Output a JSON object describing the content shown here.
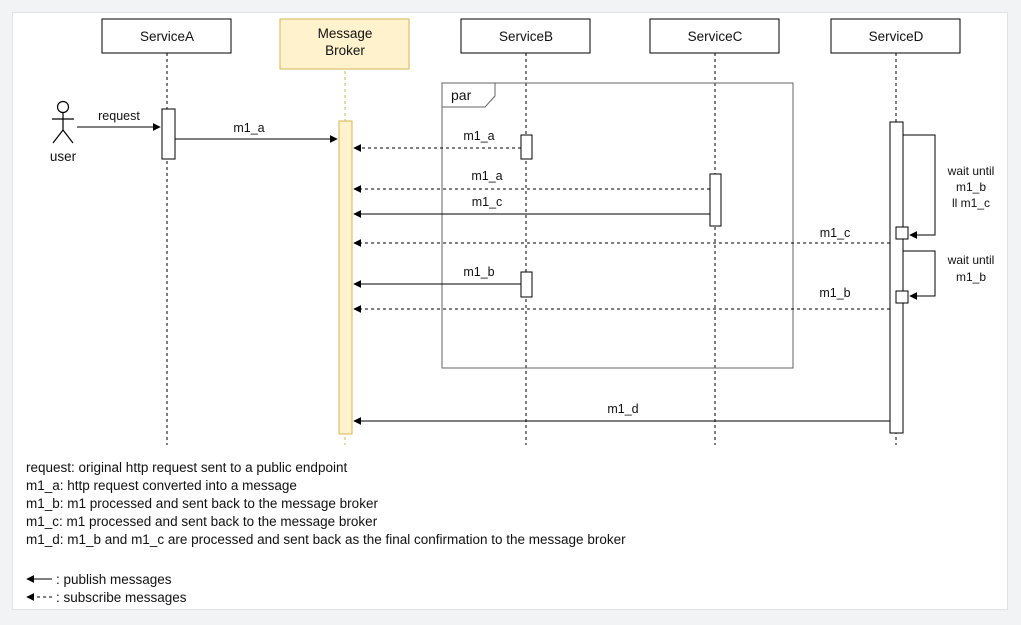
{
  "participants": {
    "service_a": "ServiceA",
    "broker_line1": "Message",
    "broker_line2": "Broker",
    "service_b": "ServiceB",
    "service_c": "ServiceC",
    "service_d": "ServiceD"
  },
  "actor": {
    "label": "user"
  },
  "fragment": {
    "label": "par"
  },
  "messages": {
    "request": "request",
    "a_to_broker": "m1_a",
    "b_m1a": "m1_a",
    "c_m1a": "m1_a",
    "c_m1c": "m1_c",
    "d_m1c": "m1_c",
    "b_m1b": "m1_b",
    "d_m1b": "m1_b",
    "d_m1d": "m1_d"
  },
  "notes": {
    "wait1_line1": "wait until",
    "wait1_line2": "m1_b",
    "wait1_line3": "ll m1_c",
    "wait2_line1": "wait until",
    "wait2_line2": "m1_b"
  },
  "legend": {
    "lines": [
      "request: original http request sent to a public endpoint",
      "m1_a: http request converted into a message",
      "m1_b: m1 processed and sent back to the message broker",
      "m1_c: m1 processed and sent back to the message broker",
      "m1_d: m1_b and m1_c are processed and sent back as the final confirmation to the message broker"
    ],
    "publish": ": publish messages",
    "subscribe": ": subscribe messages"
  },
  "colors": {
    "broker_fill": "#fff2cc",
    "broker_stroke": "#d6b656",
    "line": "#000000"
  }
}
